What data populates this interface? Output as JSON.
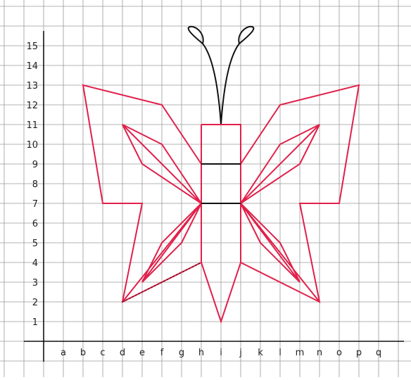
{
  "x_labels": [
    "a",
    "b",
    "c",
    "d",
    "e",
    "f",
    "g",
    "h",
    "i",
    "j",
    "k",
    "l",
    "m",
    "n",
    "o",
    "p",
    "q"
  ],
  "y_labels": [
    "1",
    "2",
    "3",
    "4",
    "5",
    "6",
    "7",
    "8",
    "9",
    "10",
    "11",
    "12",
    "13",
    "14",
    "15"
  ],
  "colors": {
    "grid": "#9a9a9a",
    "axis": "#111111",
    "wing": "#e0204a",
    "body": "#e0204a",
    "body_bands": "#111111",
    "antennae": "#111111",
    "dashed_segment": "#7a1020"
  },
  "butterfly": {
    "left_wing_outline": [
      [
        "h",
        9
      ],
      [
        "f",
        12
      ],
      [
        "b",
        13
      ],
      [
        "c",
        7
      ],
      [
        "e",
        7
      ],
      [
        "d",
        2
      ],
      [
        "h",
        4
      ]
    ],
    "right_wing_outline": [
      [
        "j",
        9
      ],
      [
        "l",
        12
      ],
      [
        "p",
        13
      ],
      [
        "o",
        7
      ],
      [
        "m",
        7
      ],
      [
        "n",
        2
      ],
      [
        "j",
        4
      ]
    ],
    "left_upper_inner": [
      [
        "h",
        7
      ],
      [
        "d",
        11
      ],
      [
        "e",
        9
      ],
      [
        "h",
        7
      ],
      [
        "f",
        10
      ],
      [
        "d",
        11
      ]
    ],
    "right_upper_inner": [
      [
        "j",
        7
      ],
      [
        "n",
        11
      ],
      [
        "m",
        9
      ],
      [
        "j",
        7
      ],
      [
        "l",
        10
      ],
      [
        "n",
        11
      ]
    ],
    "left_lower_inner": [
      [
        "h",
        7
      ],
      [
        "e",
        3
      ],
      [
        "g",
        5
      ],
      [
        "h",
        7
      ],
      [
        "f",
        5
      ],
      [
        "e",
        3
      ]
    ],
    "right_lower_inner": [
      [
        "j",
        7
      ],
      [
        "m",
        3
      ],
      [
        "k",
        5
      ],
      [
        "j",
        7
      ],
      [
        "l",
        5
      ],
      [
        "m",
        3
      ]
    ],
    "left_lower_rays": [
      [
        "h",
        7
      ],
      [
        "d",
        2
      ]
    ],
    "right_lower_rays": [
      [
        "j",
        7
      ],
      [
        "n",
        2
      ]
    ],
    "body_outline": [
      [
        "h",
        11
      ],
      [
        "j",
        11
      ],
      [
        "j",
        4
      ],
      [
        "i",
        1
      ],
      [
        "h",
        4
      ],
      [
        "h",
        11
      ]
    ],
    "body_bands_y": [
      9,
      7
    ],
    "dashed_segment": [
      [
        "d",
        2
      ],
      [
        "h",
        4
      ]
    ]
  }
}
